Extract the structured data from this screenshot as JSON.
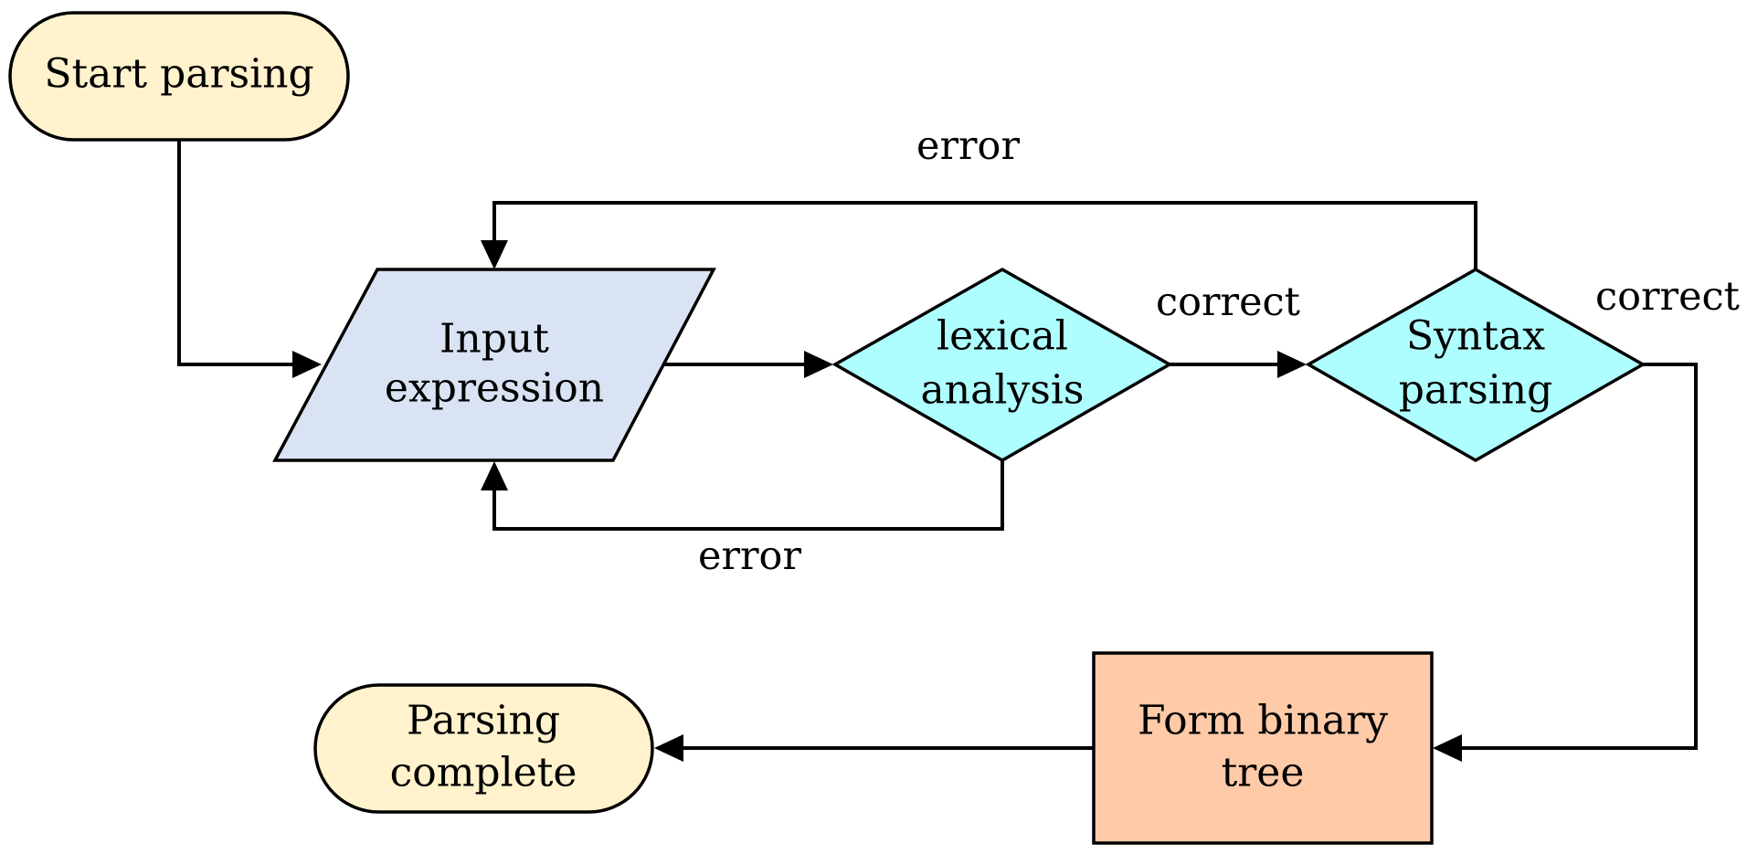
{
  "nodes": {
    "start": {
      "label": "Start parsing",
      "shape": "terminator",
      "fill": "#fff2cc"
    },
    "input": {
      "line1": "Input",
      "line2": "expression",
      "shape": "parallelogram",
      "fill": "#dae3f3"
    },
    "lexical": {
      "line1": "lexical",
      "line2": "analysis",
      "shape": "diamond",
      "fill": "#aefeff"
    },
    "syntax": {
      "line1": "Syntax",
      "line2": "parsing",
      "shape": "diamond",
      "fill": "#aefeff"
    },
    "binary_tree": {
      "line1": "Form binary",
      "line2": "tree",
      "shape": "rectangle",
      "fill": "#ffcaa8"
    },
    "complete": {
      "line1": "Parsing",
      "line2": "complete",
      "shape": "terminator",
      "fill": "#fff2cc"
    }
  },
  "edges": {
    "start_to_input": {
      "from": "start",
      "to": "input",
      "label": ""
    },
    "input_to_lexical": {
      "from": "input",
      "to": "lexical",
      "label": ""
    },
    "lexical_to_syntax": {
      "from": "lexical",
      "to": "syntax",
      "label": "correct"
    },
    "lexical_error": {
      "from": "lexical",
      "to": "input",
      "label": "error"
    },
    "syntax_error": {
      "from": "syntax",
      "to": "input",
      "label": "error"
    },
    "syntax_to_tree": {
      "from": "syntax",
      "to": "binary_tree",
      "label": "correct"
    },
    "tree_to_complete": {
      "from": "binary_tree",
      "to": "complete",
      "label": ""
    }
  },
  "colors": {
    "stroke": "#000000",
    "terminator_fill": "#fff2cc",
    "io_fill": "#dae3f3",
    "decision_fill": "#aefeff",
    "process_fill": "#ffcaa8"
  }
}
